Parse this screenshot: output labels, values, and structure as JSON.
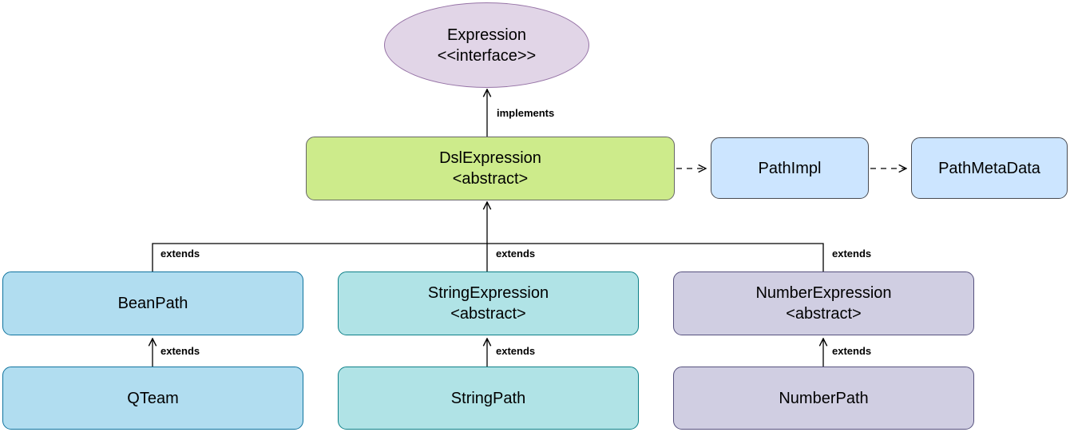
{
  "diagram": {
    "type": "uml-class-diagram",
    "background_color": "#ffffff",
    "edge_color": "#000000",
    "nodes": {
      "expression": {
        "title": "Expression",
        "stereotype": "<<interface>>",
        "shape": "ellipse",
        "fill": "#E1D5E7",
        "stroke": "#9673A6"
      },
      "dslExpression": {
        "title": "DslExpression",
        "stereotype": "<abstract>",
        "shape": "rounded-rect",
        "fill": "#CDEB8B",
        "stroke": "#666666"
      },
      "pathImpl": {
        "title": "PathImpl",
        "shape": "rounded-rect",
        "fill": "#CCE5FF",
        "stroke": "#484B52"
      },
      "pathMetaData": {
        "title": "PathMetaData",
        "shape": "rounded-rect",
        "fill": "#CCE5FF",
        "stroke": "#484B52"
      },
      "beanPath": {
        "title": "BeanPath",
        "shape": "rounded-rect",
        "fill": "#B1DDF0",
        "stroke": "#10739E"
      },
      "stringExpression": {
        "title": "StringExpression",
        "stereotype": "<abstract>",
        "shape": "rounded-rect",
        "fill": "#B0E3E6",
        "stroke": "#0E8088"
      },
      "numberExpression": {
        "title": "NumberExpression",
        "stereotype": "<abstract>",
        "shape": "rounded-rect",
        "fill": "#D0CEE2",
        "stroke": "#56517E"
      },
      "qTeam": {
        "title": "QTeam",
        "shape": "rounded-rect",
        "fill": "#B1DDF0",
        "stroke": "#10739E"
      },
      "stringPath": {
        "title": "StringPath",
        "shape": "rounded-rect",
        "fill": "#B0E3E6",
        "stroke": "#0E8088"
      },
      "numberPath": {
        "title": "NumberPath",
        "shape": "rounded-rect",
        "fill": "#D0CEE2",
        "stroke": "#56517E"
      }
    },
    "edge_labels": {
      "implements": "implements",
      "extends": "extends"
    }
  }
}
